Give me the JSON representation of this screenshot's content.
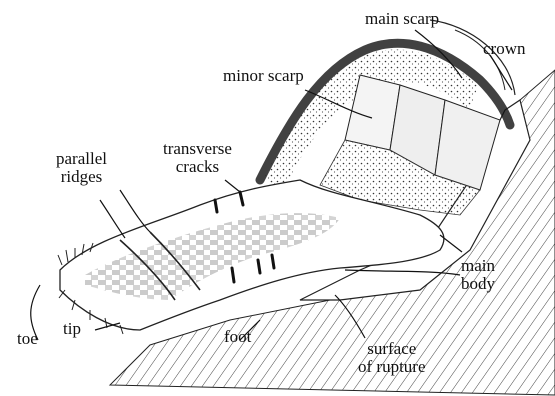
{
  "labels": {
    "main_scarp": "main scarp",
    "crown": "crown",
    "minor_scarp": "minor scarp",
    "transverse_cracks": [
      "transverse",
      "cracks"
    ],
    "parallel_ridges": [
      "parallel",
      "ridges"
    ],
    "main_body": [
      "main",
      "body"
    ],
    "toe": "toe",
    "tip": "tip",
    "foot": "foot",
    "surface_of_rupture": [
      "surface",
      "of rupture"
    ]
  },
  "colors": {
    "ink": "#111111",
    "hatch": "#444444",
    "debris_gray": "#c8c8c8",
    "background": "#ffffff"
  }
}
